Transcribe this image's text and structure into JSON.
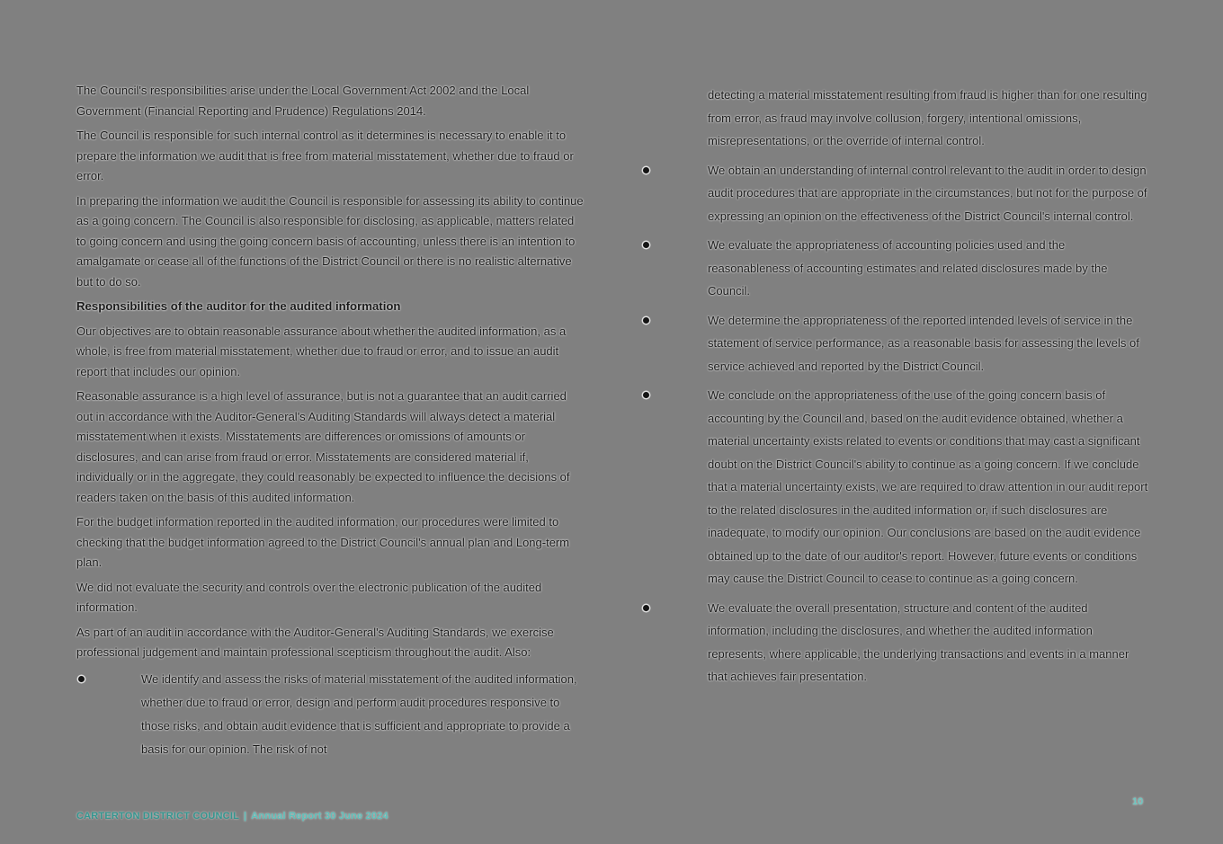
{
  "page": {
    "background_color": "#808080",
    "body_text_color": "#1b1b1b"
  },
  "left_column": {
    "blocks": [
      {
        "type": "paragraph",
        "text": "The Council's responsibilities arise under the Local Government Act 2002 and the Local Government (Financial Reporting and Prudence) Regulations 2014."
      },
      {
        "type": "paragraph",
        "text": "The Council is responsible for such internal control as it determines is necessary to enable it to prepare the information we audit that is free from material misstatement, whether due to fraud or error."
      },
      {
        "type": "paragraph",
        "text": "In preparing the information we audit the Council is responsible for assessing its ability to continue as a going concern. The Council is also responsible for disclosing, as applicable, matters related to going concern and using the going concern basis of accounting, unless there is an intention to amalgamate or cease all of the functions of the District Council or there is no realistic alternative but to do so."
      },
      {
        "type": "heading",
        "text": "Responsibilities of the auditor for the audited information"
      },
      {
        "type": "paragraph",
        "text": "Our objectives are to obtain reasonable assurance about whether the audited information, as a whole, is free from material misstatement, whether due to fraud or error, and to issue an audit report that includes our opinion."
      },
      {
        "type": "paragraph",
        "text": "Reasonable assurance is a high level of assurance, but is not a guarantee that an audit carried out in accordance with the Auditor-General's Auditing Standards will always detect a material misstatement when it exists. Misstatements are differences or omissions of amounts or disclosures, and can arise from fraud or error. Misstatements are considered material if, individually or in the aggregate, they could reasonably be expected to influence the decisions of readers taken on the basis of this audited information."
      },
      {
        "type": "paragraph",
        "text": "For the budget information reported in the audited information, our procedures were limited to checking that the budget information agreed to the District Council's annual plan and Long-term plan."
      },
      {
        "type": "paragraph",
        "text": "We did not evaluate the security and controls over the electronic publication of the audited information."
      },
      {
        "type": "paragraph",
        "text": "As part of an audit in accordance with the Auditor-General's Auditing Standards, we exercise professional judgement and maintain professional scepticism throughout the audit. Also:"
      },
      {
        "type": "bullet",
        "text": "We identify and assess the risks of material misstatement of the audited information, whether due to fraud or error, design and perform audit procedures responsive to those risks, and obtain audit evidence that is sufficient and appropriate to provide a basis for our opinion. The risk of not"
      }
    ]
  },
  "right_column": {
    "blocks": [
      {
        "type": "continuation",
        "text": "detecting a material misstatement resulting from fraud is higher than for one resulting from error, as fraud may involve collusion, forgery, intentional omissions, misrepresentations, or the override of internal control."
      },
      {
        "type": "bullet",
        "text": "We obtain an understanding of internal control relevant to the audit in order to design audit procedures that are appropriate in the circumstances, but not for the purpose of expressing an opinion on the effectiveness of the District Council's internal control."
      },
      {
        "type": "bullet",
        "text": "We evaluate the appropriateness of accounting policies used and the reasonableness of accounting estimates and related disclosures made by the Council."
      },
      {
        "type": "bullet",
        "text": "We determine the appropriateness of the reported intended levels of service in the statement of service performance, as a reasonable basis for assessing the levels of service achieved and reported by the District Council."
      },
      {
        "type": "bullet",
        "text": "We conclude on the appropriateness of the use of the going concern basis of accounting by the Council and, based on the audit evidence obtained, whether a material uncertainty exists related to events or conditions that may cast a significant doubt on the District Council's ability to continue as a going concern. If we conclude that a material uncertainty exists, we are required to draw attention in our audit report to the related disclosures in the audited information or, if such disclosures are inadequate, to modify our opinion. Our conclusions are based on the audit evidence obtained up to the date of our auditor's report. However, future events or conditions may cause the District Council to cease to continue as a going concern."
      },
      {
        "type": "bullet",
        "text": "We evaluate the overall presentation, structure and content of the audited information, including the disclosures, and whether the audited information represents, where applicable, the underlying transactions and events in a manner that achieves fair presentation."
      }
    ]
  },
  "footer": {
    "council": "CARTERTON DISTRICT COUNCIL",
    "separator": "|",
    "report_title": "Annual Report 30 June 2024",
    "page_number": "10",
    "council_color": "#35968f",
    "report_color": "#5ec0ba",
    "page_number_color": "#6cc7c1"
  }
}
